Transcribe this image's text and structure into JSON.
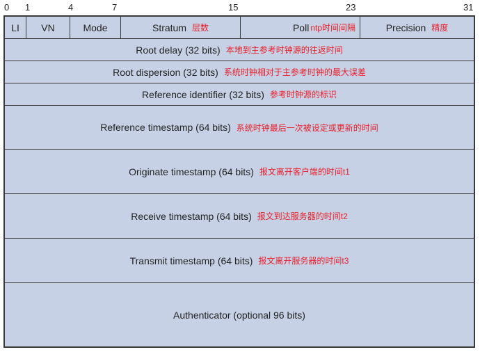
{
  "bit_positions": [
    "0",
    "1",
    "4",
    "7",
    "15",
    "23",
    "31"
  ],
  "header": {
    "li": "LI",
    "vn": "VN",
    "mode": "Mode",
    "stratum": "Stratum",
    "stratum_note": "层数",
    "poll": "Poll",
    "poll_note": "ntp时间间隔",
    "precision": "Precision",
    "precision_note": "精度"
  },
  "rows": [
    {
      "label": "Root delay (32 bits)",
      "note": "本地到主参考时钟源的往返时间"
    },
    {
      "label": "Root dispersion (32 bits)",
      "note": "系统时钟相对于主参考时钟的最大误差"
    },
    {
      "label": "Reference identifier (32 bits)",
      "note": "参考时钟源的标识"
    },
    {
      "label": "Reference timestamp (64 bits)",
      "note": "系统时钟最后一次被设定或更新的时间"
    },
    {
      "label": "Originate timestamp (64 bits)",
      "note": "报文离开客户端的时间t1"
    },
    {
      "label": "Receive timestamp (64 bits)",
      "note": "报文到达服务器的时间t2"
    },
    {
      "label": "Transmit timestamp (64 bits)",
      "note": "报文离开服务器的时间t3"
    },
    {
      "label": "Authenticator (optional 96 bits)",
      "note": ""
    }
  ],
  "colors": {
    "field_fill": "#c7d1e6",
    "border": "#3a3a3a",
    "annotation": "#e8202a"
  }
}
